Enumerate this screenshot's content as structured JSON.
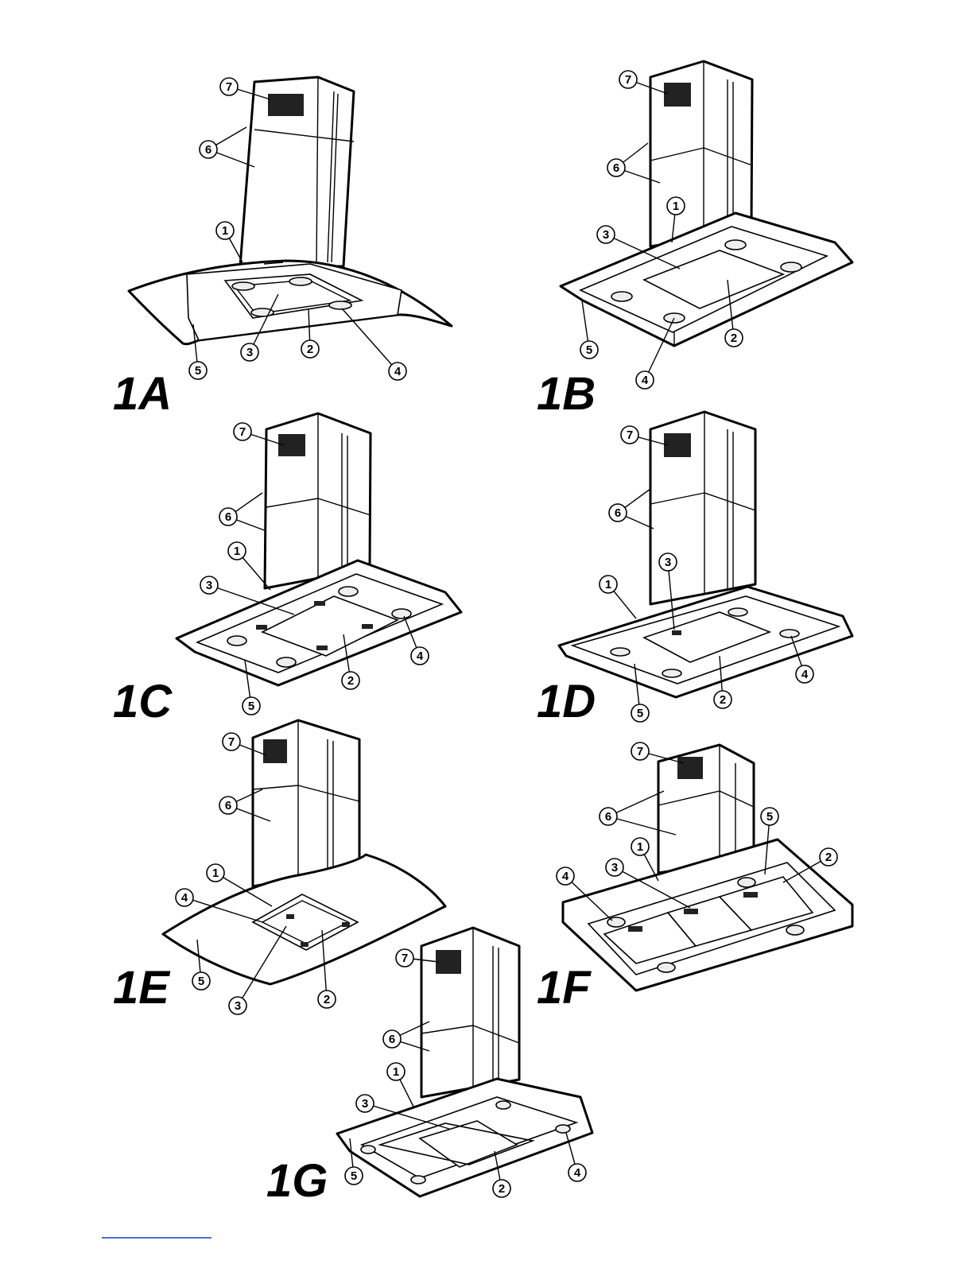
{
  "figures": [
    {
      "id": "1A",
      "label": "1A",
      "callouts": [
        "1",
        "2",
        "3",
        "4",
        "5",
        "6",
        "7"
      ]
    },
    {
      "id": "1B",
      "label": "1B",
      "callouts": [
        "1",
        "2",
        "3",
        "4",
        "5",
        "6",
        "7"
      ]
    },
    {
      "id": "1C",
      "label": "1C",
      "callouts": [
        "1",
        "2",
        "3",
        "4",
        "5",
        "6",
        "7"
      ]
    },
    {
      "id": "1D",
      "label": "1D",
      "callouts": [
        "1",
        "2",
        "3",
        "4",
        "5",
        "6",
        "7"
      ]
    },
    {
      "id": "1E",
      "label": "1E",
      "callouts": [
        "1",
        "2",
        "3",
        "4",
        "5",
        "6",
        "7"
      ]
    },
    {
      "id": "1F",
      "label": "1F",
      "callouts": [
        "1",
        "2",
        "3",
        "4",
        "5",
        "6",
        "7"
      ]
    },
    {
      "id": "1G",
      "label": "1G",
      "callouts": [
        "1",
        "2",
        "3",
        "4",
        "5",
        "6",
        "7"
      ]
    }
  ],
  "colors": {
    "line": "#000000",
    "footer_rule": "#4a6fd8"
  }
}
